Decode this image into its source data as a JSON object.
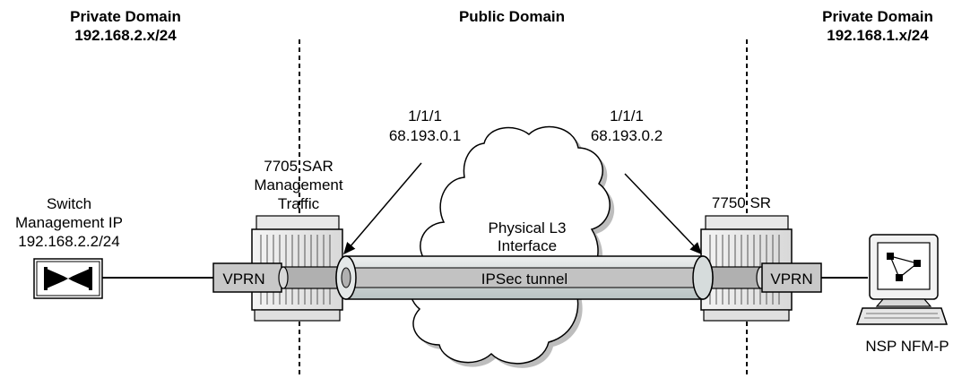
{
  "domains": {
    "left": {
      "title": "Private Domain",
      "subnet": "192.168.2.x/24"
    },
    "center": {
      "title": "Public Domain"
    },
    "right": {
      "title": "Private Domain",
      "subnet": "192.168.1.x/24"
    }
  },
  "switch": {
    "line1": "Switch",
    "line2": "Management IP",
    "line3": "192.168.2.2/24"
  },
  "sar": {
    "line1": "7705 SAR",
    "line2": "Management",
    "line3": "Traffic"
  },
  "sr": {
    "label": "7750 SR"
  },
  "ports": {
    "left": {
      "port": "1/1/1",
      "ip": "68.193.0.1"
    },
    "right": {
      "port": "1/1/1",
      "ip": "68.193.0.2"
    }
  },
  "cloud": {
    "line1": "Physical L3",
    "line2": "Interface"
  },
  "tunnel": {
    "label": "IPSec tunnel"
  },
  "vprn": {
    "left": "VPRN",
    "right": "VPRN"
  },
  "nsp": {
    "label": "NSP NFM-P"
  }
}
